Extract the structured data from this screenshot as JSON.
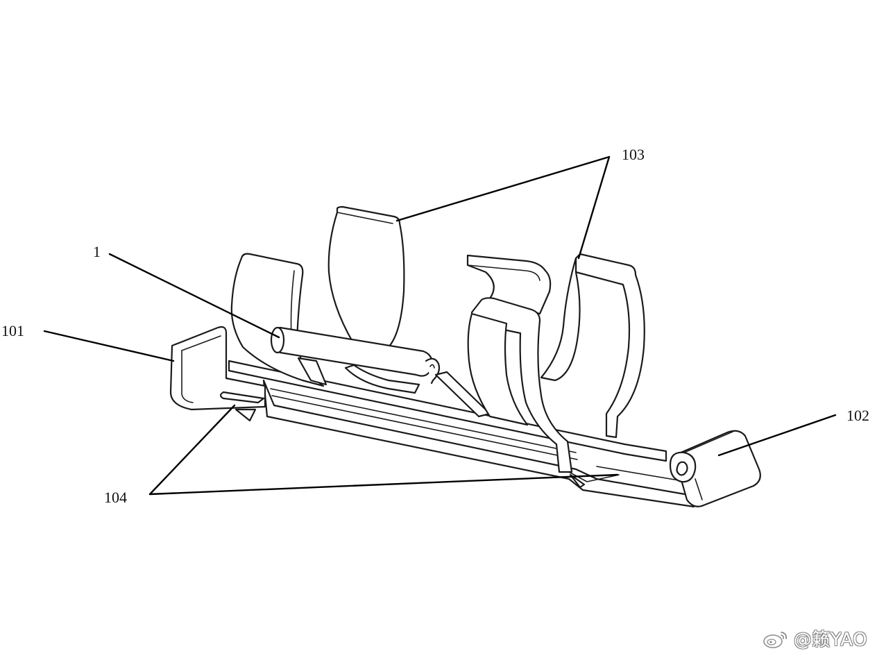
{
  "labels": {
    "ref_1": "1",
    "ref_101": "101",
    "ref_102": "102",
    "ref_103": "103",
    "ref_104": "104"
  },
  "watermark": {
    "text": "@籁YAO",
    "logo": "weibo-logo-icon"
  }
}
